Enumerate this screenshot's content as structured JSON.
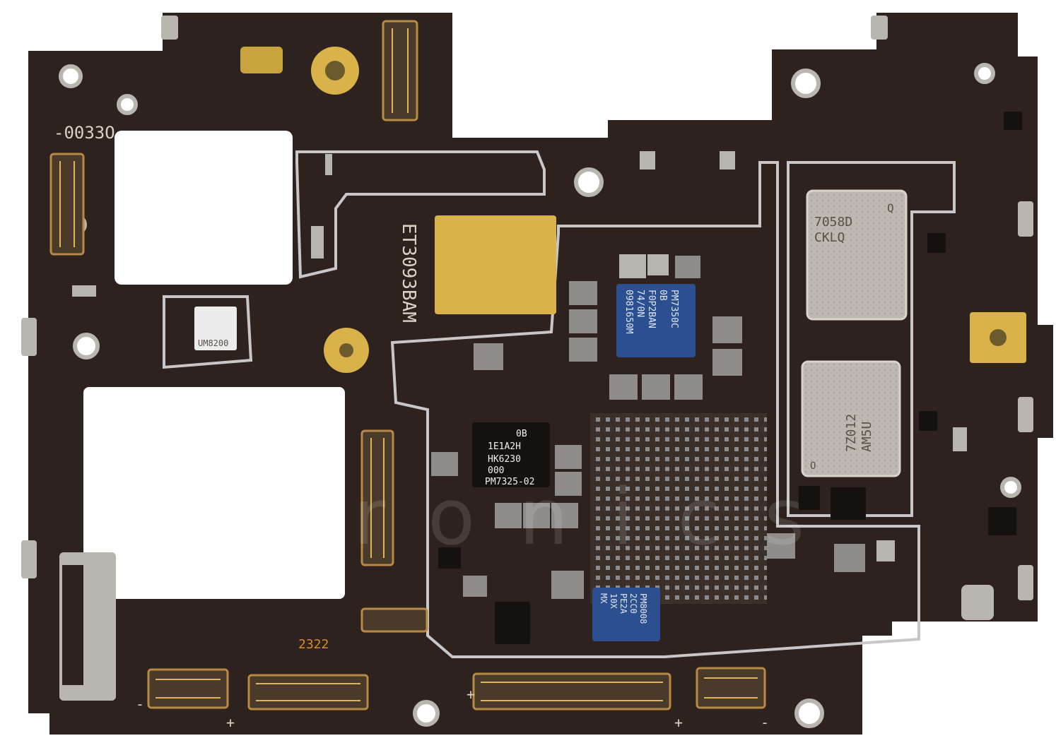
{
  "board_labels": {
    "board_code": "-0033O",
    "board_ref": "2322",
    "model": "ET3093BAM",
    "plus_marks": [
      "+",
      "+",
      "+"
    ],
    "minus_marks": [
      "-",
      "-"
    ]
  },
  "chips": {
    "wifi_module": {
      "line1": "7058D",
      "line2": "CKLQ",
      "corner": "Q"
    },
    "modem_module": {
      "line1": "7Z012",
      "line2": "AM5U",
      "corner": "O"
    },
    "pmic_main": {
      "line1": "PM7350C",
      "line2": "0B",
      "line3": "F0P2BAN",
      "line4": "74/0N",
      "line5": "0981650M"
    },
    "pmic_secondary": {
      "line1": "PM7325-02",
      "line2": "000",
      "line3": "HK6230",
      "line4": "1E1A2H",
      "line5": "0B"
    },
    "pmic_small": {
      "line1": "PM8008",
      "line2": "2CC0",
      "line3": "PE2A",
      "line4": "10X",
      "line5": "MX"
    },
    "small_ic": {
      "line1": "UM8200"
    }
  },
  "watermark": {
    "text": "ictronics"
  },
  "colors": {
    "pcb": "#2d221d",
    "shield_trace": "#c7c7c9",
    "gold_pad": "#d9b24a",
    "blue_chip": "#2c4f8f",
    "metal_can": "#b9b6b0"
  }
}
